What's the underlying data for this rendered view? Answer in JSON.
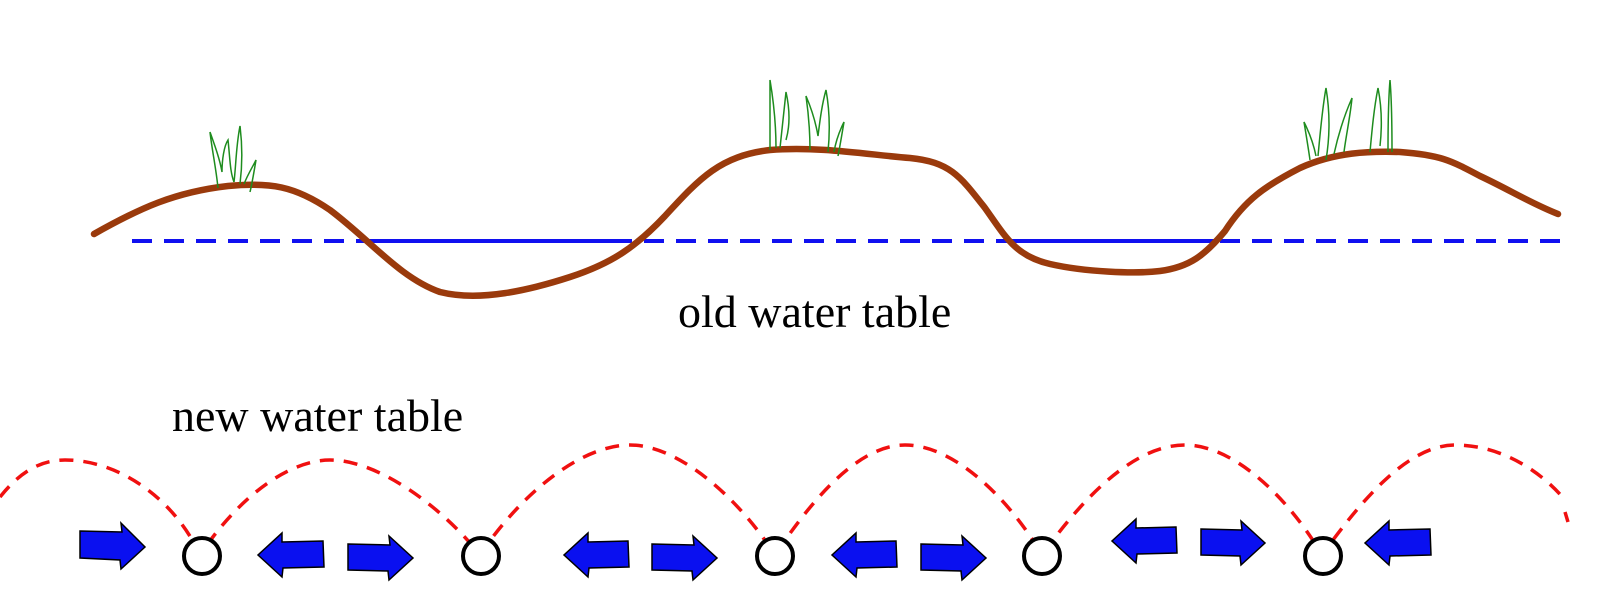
{
  "labels": {
    "old_water_table": "old water table",
    "new_water_table": "new water table"
  },
  "colors": {
    "ground": "#9a3a0c",
    "old_water_table": "#1010f0",
    "new_water_table": "#f01010",
    "arrows": "#0a10f0",
    "arrow_outline": "#000000",
    "vegetation": "#1e8c1e",
    "wells": "#000000"
  },
  "icons": {
    "plant": "grass-tuft-icon",
    "well": "well-circle-icon",
    "flow": "flow-arrow-icon"
  },
  "wells_count": 5,
  "arrows_count": 10
}
